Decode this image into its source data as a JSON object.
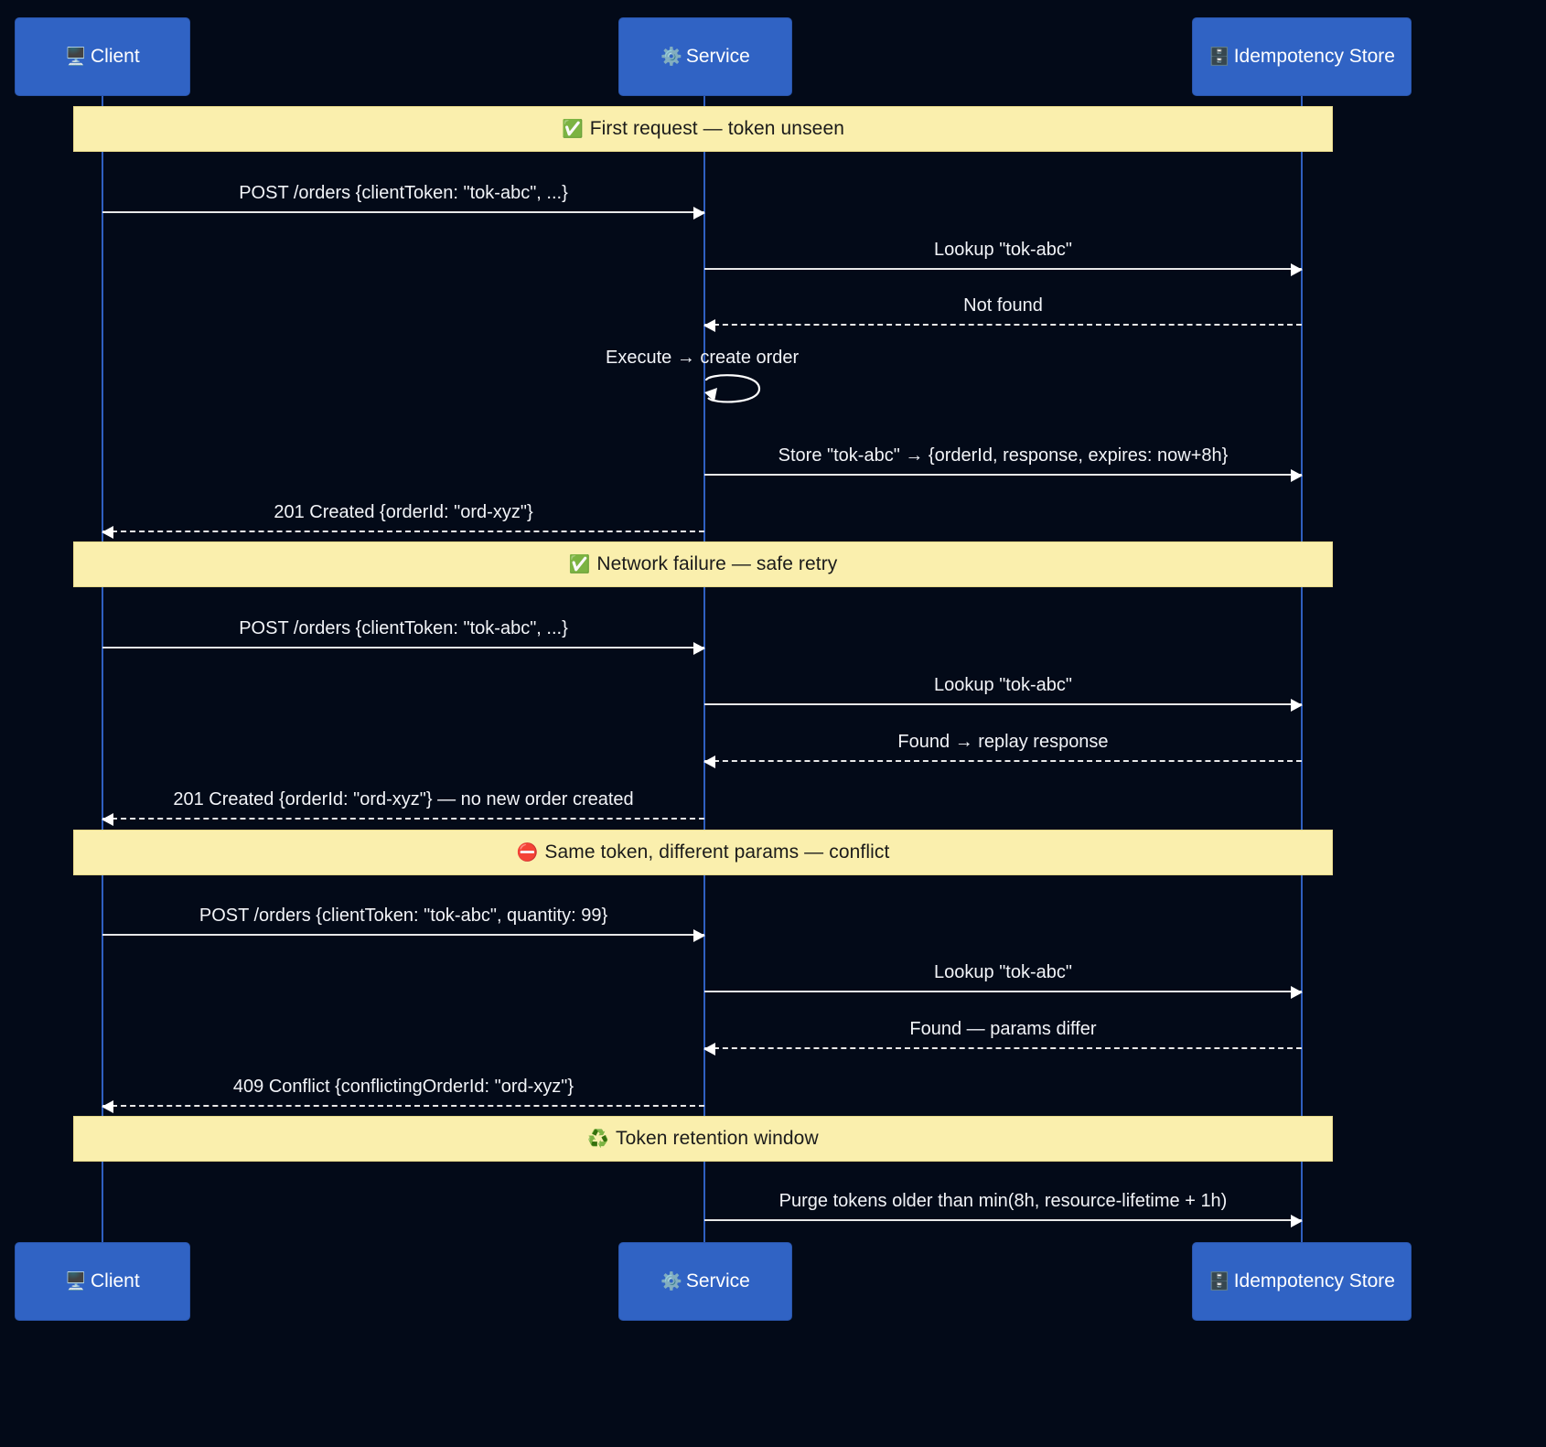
{
  "diagram": {
    "type": "sequence-diagram",
    "background_color": "#030a18",
    "actor_color": "#3063c4",
    "note_color": "#faefad",
    "line_color": "#e8e8e8",
    "lifeline_color": "#2f5fc0"
  },
  "actors": [
    {
      "id": "client",
      "label": "Client",
      "icon": "🖥️",
      "icon_name": "desktop-computer-icon"
    },
    {
      "id": "service",
      "label": "Service",
      "icon": "⚙️",
      "icon_name": "gear-icon"
    },
    {
      "id": "store",
      "label": "Idempotency Store",
      "icon": "🗄️",
      "icon_name": "file-cabinet-icon"
    }
  ],
  "notes": [
    {
      "id": "note1",
      "emoji": "✅",
      "emoji_name": "check-mark-button-icon",
      "text": "First request — token unseen"
    },
    {
      "id": "note2",
      "emoji": "✅",
      "emoji_name": "check-mark-button-icon",
      "text": "Network failure — safe retry"
    },
    {
      "id": "note3",
      "emoji": "⛔",
      "emoji_name": "no-entry-icon",
      "text": "Same token, different params — conflict"
    },
    {
      "id": "note4",
      "emoji": "♻️",
      "emoji_name": "recycling-symbol-icon",
      "text": "Token retention window"
    }
  ],
  "messages": [
    {
      "id": "m1",
      "from": "client",
      "to": "service",
      "label": "POST /orders {clientToken: \"tok-abc\", ...}",
      "style": "solid"
    },
    {
      "id": "m2",
      "from": "service",
      "to": "store",
      "label": "Lookup \"tok-abc\"",
      "style": "solid"
    },
    {
      "id": "m3",
      "from": "store",
      "to": "service",
      "label": "Not found",
      "style": "dashed"
    },
    {
      "id": "m4",
      "from": "service",
      "to": "service",
      "label": "Execute → create order",
      "style": "solid"
    },
    {
      "id": "m5",
      "from": "service",
      "to": "store",
      "label": "Store \"tok-abc\" → {orderId, response, expires: now+8h}",
      "style": "solid"
    },
    {
      "id": "m6",
      "from": "service",
      "to": "client",
      "label": "201 Created {orderId: \"ord-xyz\"}",
      "style": "dashed"
    },
    {
      "id": "m7",
      "from": "client",
      "to": "service",
      "label": "POST /orders {clientToken: \"tok-abc\", ...}",
      "style": "solid"
    },
    {
      "id": "m8",
      "from": "service",
      "to": "store",
      "label": "Lookup \"tok-abc\"",
      "style": "solid"
    },
    {
      "id": "m9",
      "from": "store",
      "to": "service",
      "label": "Found → replay response",
      "style": "dashed"
    },
    {
      "id": "m10",
      "from": "service",
      "to": "client",
      "label": "201 Created {orderId: \"ord-xyz\"} — no new order created",
      "style": "dashed"
    },
    {
      "id": "m11",
      "from": "client",
      "to": "service",
      "label": "POST /orders {clientToken: \"tok-abc\", quantity: 99}",
      "style": "solid"
    },
    {
      "id": "m12",
      "from": "service",
      "to": "store",
      "label": "Lookup \"tok-abc\"",
      "style": "solid"
    },
    {
      "id": "m13",
      "from": "store",
      "to": "service",
      "label": "Found — params differ",
      "style": "dashed"
    },
    {
      "id": "m14",
      "from": "service",
      "to": "client",
      "label": "409 Conflict {conflictingOrderId: \"ord-xyz\"}",
      "style": "dashed"
    },
    {
      "id": "m15",
      "from": "service",
      "to": "store",
      "label": "Purge tokens older than min(8h, resource-lifetime + 1h)",
      "style": "solid"
    }
  ]
}
